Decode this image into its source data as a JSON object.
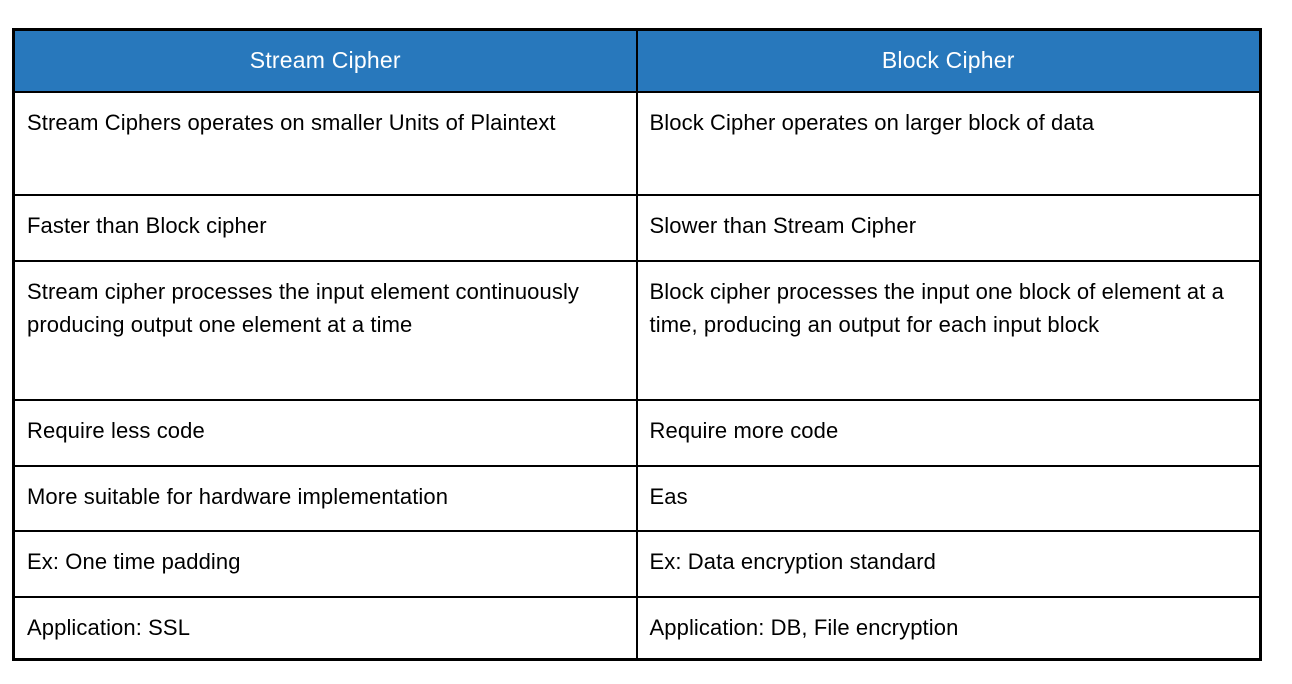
{
  "table": {
    "title": "Stream Cipher vs Block Cipher comparison",
    "colors": {
      "header_bg": "#2878bc",
      "header_text": "#ffffff",
      "border": "#000000",
      "body_text": "#000000",
      "page_bg": "#ffffff"
    },
    "headers": {
      "stream": "Stream Cipher",
      "block": "Block Cipher"
    },
    "rows": [
      {
        "stream": "Stream Ciphers operates on smaller Units of Plaintext",
        "block": "Block Cipher operates on larger block of data"
      },
      {
        "stream": "Faster than Block cipher",
        "block": "Slower than Stream Cipher"
      },
      {
        "stream": "Stream cipher processes the input element continuously producing output one element at a time",
        "block": "Block cipher processes the input one block of element at a time, producing an output for each input block"
      },
      {
        "stream": "Require less code",
        "block": "Require more code"
      },
      {
        "stream": "More suitable for hardware implementation",
        "block": "Eas"
      },
      {
        "stream": "Ex: One time padding",
        "block": "Ex: Data encryption standard"
      },
      {
        "stream": "Application: SSL",
        "block": "Application: DB, File encryption"
      }
    ]
  }
}
